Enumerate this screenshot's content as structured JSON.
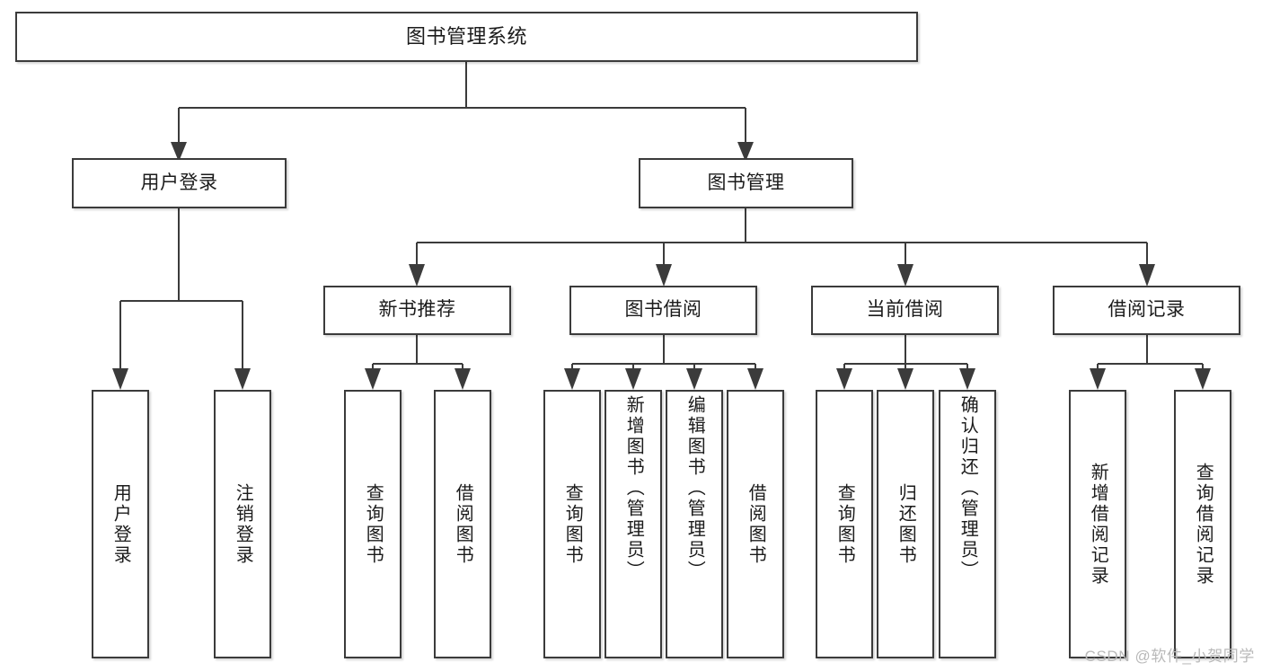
{
  "diagram": {
    "title": "图书管理系统",
    "type": "tree-hierarchy",
    "watermark": "CSDN @软件_小贺同学",
    "colors": {
      "border": "#3b3b3b",
      "fill": "#ffffff",
      "background": "#ffffff",
      "text": "#1b1b1b",
      "watermark": "#b9b9b9"
    }
  },
  "nodes": {
    "root": {
      "label": "图书管理系统"
    },
    "level2": [
      {
        "label": "用户登录"
      },
      {
        "label": "图书管理"
      }
    ],
    "level3": [
      {
        "label": "新书推荐"
      },
      {
        "label": "图书借阅"
      },
      {
        "label": "当前借阅"
      },
      {
        "label": "借阅记录"
      }
    ],
    "leaves": [
      {
        "label": "用户登录",
        "parent": "用户登录"
      },
      {
        "label": "注销登录",
        "parent": "用户登录"
      },
      {
        "label": "查询图书",
        "parent": "新书推荐"
      },
      {
        "label": "借阅图书",
        "parent": "新书推荐"
      },
      {
        "label": "查询图书",
        "parent": "图书借阅"
      },
      {
        "label": "新增图书（管理员）",
        "parent": "图书借阅"
      },
      {
        "label": "编辑图书（管理员）",
        "parent": "图书借阅"
      },
      {
        "label": "借阅图书",
        "parent": "图书借阅"
      },
      {
        "label": "查询图书",
        "parent": "当前借阅"
      },
      {
        "label": "归还图书",
        "parent": "当前借阅"
      },
      {
        "label": "确认归还（管理员）",
        "parent": "当前借阅"
      },
      {
        "label": "新增借阅记录",
        "parent": "借阅记录"
      },
      {
        "label": "查询借阅记录",
        "parent": "借阅记录"
      }
    ]
  }
}
